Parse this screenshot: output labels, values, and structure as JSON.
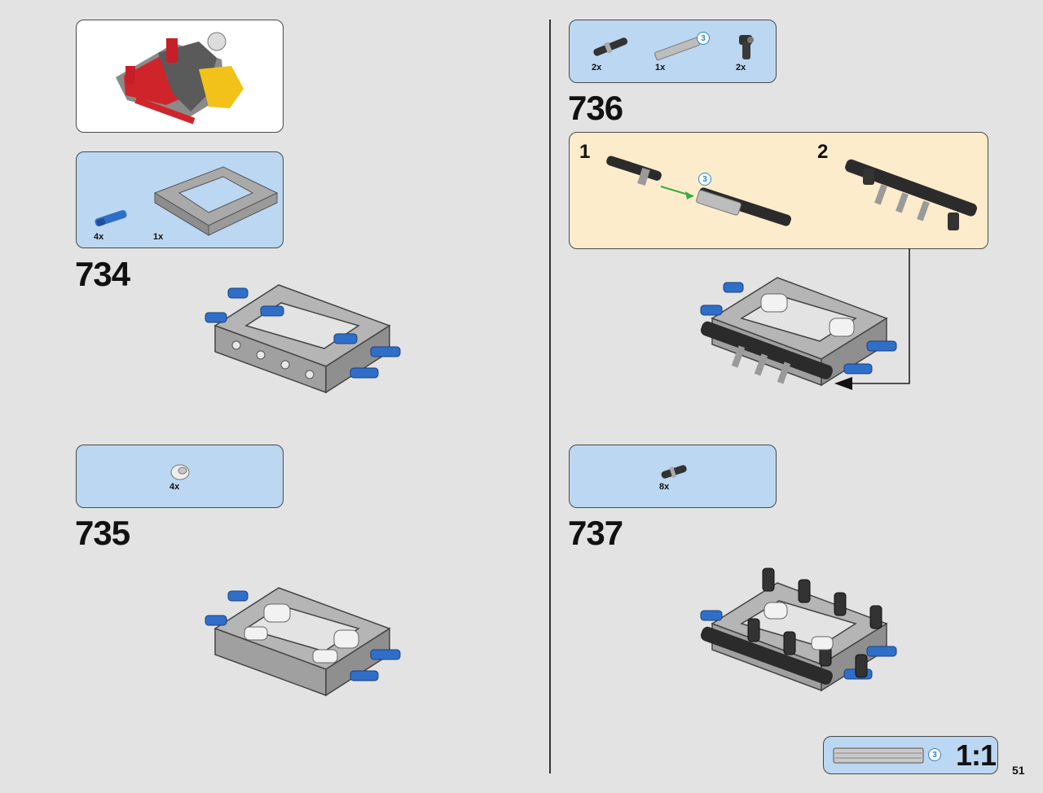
{
  "page": {
    "number": "51"
  },
  "steps": {
    "s734": {
      "number": "734",
      "parts": [
        {
          "qty": "4x"
        },
        {
          "qty": "1x"
        }
      ]
    },
    "s735": {
      "number": "735",
      "parts": [
        {
          "qty": "4x"
        }
      ]
    },
    "s736": {
      "number": "736",
      "parts": [
        {
          "qty": "2x"
        },
        {
          "qty": "1x",
          "length": "3"
        },
        {
          "qty": "2x"
        }
      ],
      "substeps": [
        {
          "number": "1",
          "length": "3"
        },
        {
          "number": "2"
        }
      ]
    },
    "s737": {
      "number": "737",
      "parts": [
        {
          "qty": "8x"
        }
      ]
    }
  },
  "scale_ruler": {
    "length": "3",
    "label": "1:1"
  },
  "colors": {
    "background": "#e3e3e3",
    "parts_box": "#bcd7f1",
    "substep_box": "#fdeccb",
    "frame_gray": "#a9a9a9",
    "pin_blue": "#2f6fc9",
    "red": "#d0242b",
    "arrow_green": "#3aa94a"
  },
  "icons": [
    "model-overview-icon",
    "blue-pin-icon",
    "frame-icon",
    "bush-icon",
    "axle-pin-icon",
    "axle-icon",
    "angle-connector-icon",
    "arrow-icon"
  ]
}
